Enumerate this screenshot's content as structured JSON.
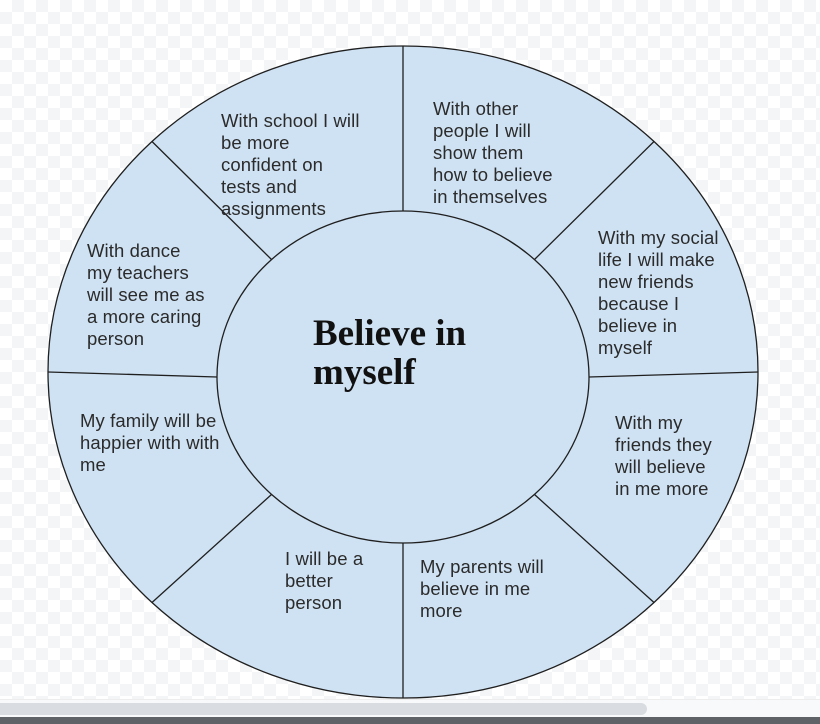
{
  "canvas": {
    "center_label": "Believe in\nmyself",
    "segments": [
      {
        "id": "school",
        "label": "With school I will\nbe more\nconfident on\ntests and\nassignments"
      },
      {
        "id": "other-people",
        "label": "With other\npeople I will\nshow them\nhow to believe\nin themselves"
      },
      {
        "id": "social-life",
        "label": "With my social\nlife I will make\nnew friends\nbecause I\nbelieve in\nmyself"
      },
      {
        "id": "friends",
        "label": "With my\nfriends they\nwill believe\nin me more"
      },
      {
        "id": "parents",
        "label": "My parents will\nbelieve in me\nmore"
      },
      {
        "id": "better-person",
        "label": "I will be a\nbetter\nperson"
      },
      {
        "id": "family",
        "label": "My family will be\nhappier with with\nme"
      },
      {
        "id": "dance",
        "label": "With dance\nmy teachers\nwill see me as\na more caring\nperson"
      }
    ],
    "colors": {
      "segment_fill": "#cfe2f3",
      "outline": "#1f1f1f",
      "label_text": "#2b2b2b",
      "center_text": "#111111",
      "checker_gray": "#f4f5f6",
      "scroll_thumb": "#d9dce0",
      "bottom_edge": "#5f6368"
    }
  }
}
